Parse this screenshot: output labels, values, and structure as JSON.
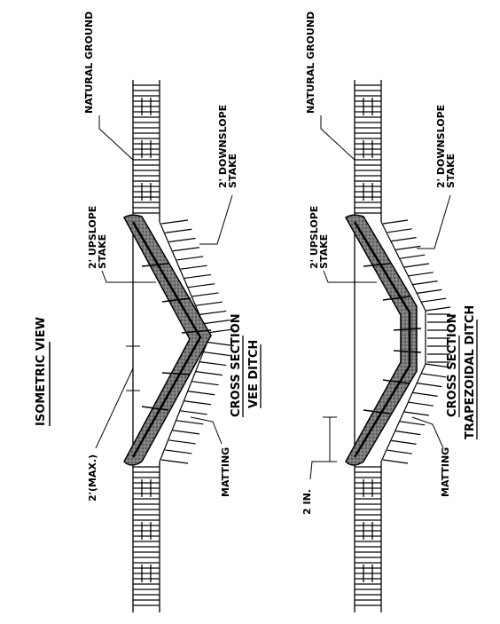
{
  "title": "ISOMETRIC VIEW",
  "sections": [
    {
      "id": "vee",
      "heading": "CROSS SECTION",
      "subheading": "VEE DITCH",
      "labels": {
        "natural_ground": "NATURAL GROUND",
        "downslope_stake": [
          "2' DOWNSLOPE",
          "STAKE"
        ],
        "upslope_stake": [
          "2' UPSLOPE",
          "STAKE"
        ],
        "dimension": "2'(MAX.)",
        "matting": "MATTING"
      }
    },
    {
      "id": "trapezoidal",
      "heading": "CROSS SECTION",
      "subheading": "TRAPEZOIDAL DITCH",
      "labels": {
        "natural_ground": "NATURAL GROUND",
        "downslope_stake": [
          "2' DOWNSLOPE",
          "STAKE"
        ],
        "upslope_stake": [
          "2' UPSLOPE",
          "STAKE"
        ],
        "dimension": "2 IN.",
        "matting": "MATTING"
      }
    }
  ],
  "colors": {
    "ink": "#000000",
    "matting_fill": "#6e6e6e",
    "paper": "#ffffff"
  }
}
